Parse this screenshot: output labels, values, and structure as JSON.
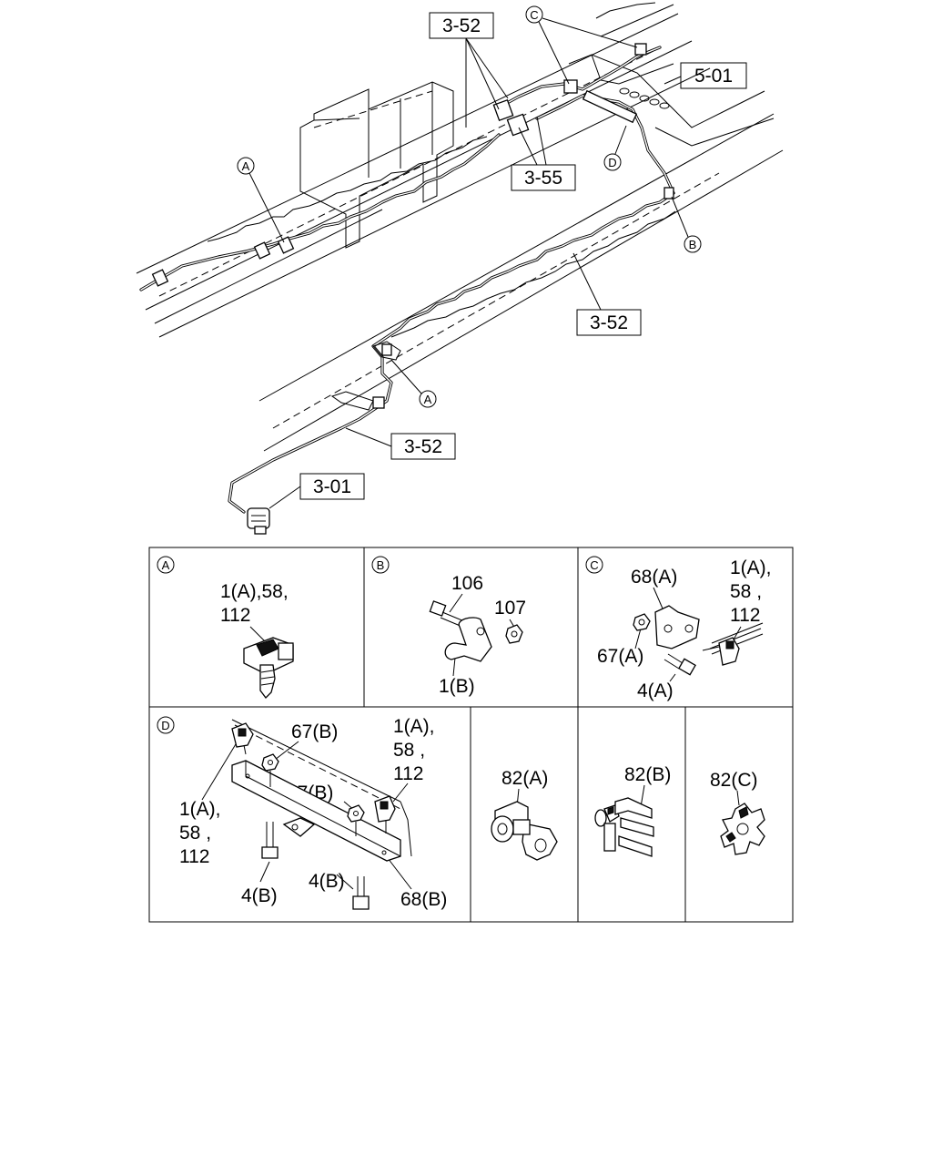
{
  "diagram": {
    "ref_boxes": {
      "r1": "3-52",
      "r2": "5-01",
      "r3": "3-55",
      "r4": "3-52",
      "r5": "3-52",
      "r6": "3-01"
    },
    "markers": {
      "top_c": "C",
      "top_a1": "A",
      "top_d": "D",
      "top_b": "B",
      "top_a2": "A"
    },
    "detail_panels": {
      "a": {
        "marker": "A",
        "label_line1": "1(A),58,",
        "label_line2": "112"
      },
      "b": {
        "marker": "B",
        "label_106": "106",
        "label_107": "107",
        "label_1b": "1(B)"
      },
      "c": {
        "marker": "C",
        "label_68a": "68(A)",
        "label_1a_line1": "1(A),",
        "label_1a_line2": "58 ,",
        "label_1a_line3": "112",
        "label_67a": "67(A)",
        "label_4a": "4(A)"
      },
      "d": {
        "marker": "D",
        "label_67b_top": "67(B)",
        "label_1a_right_line1": "1(A),",
        "label_1a_right_line2": "58 ,",
        "label_1a_right_line3": "112",
        "label_67b_mid": "67(B)",
        "label_1a_left_line1": "1(A),",
        "label_1a_left_line2": "58 ,",
        "label_1a_left_line3": "112",
        "label_4b_left": "4(B)",
        "label_4b_right": "4(B)",
        "label_68b": "68(B)"
      },
      "e": {
        "label": "82(A)"
      },
      "f": {
        "label": "82(B)"
      },
      "g": {
        "label": "82(C)"
      }
    }
  }
}
